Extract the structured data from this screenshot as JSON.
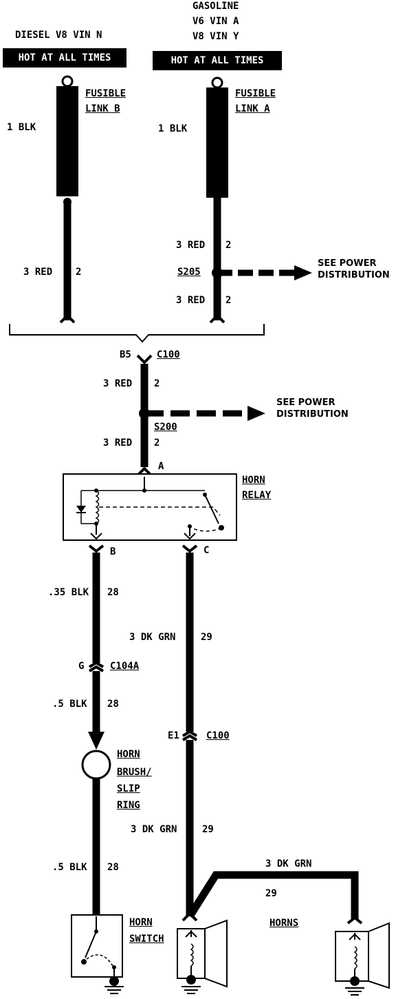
{
  "headers": {
    "diesel": "DIESEL V8 VIN N",
    "gasoline_line1": "GASOLINE",
    "gasoline_line2": "V6 VIN A",
    "gasoline_line3": "V8 VIN Y",
    "hot_left": "HOT AT ALL TIMES",
    "hot_right": "HOT AT ALL TIMES"
  },
  "fusible_links": {
    "left_line1": "FUSIBLE",
    "left_line2": "LINK B",
    "right_line1": "FUSIBLE",
    "right_line2": "LINK A",
    "left_wire": "1 BLK",
    "right_wire": "1 BLK"
  },
  "wires": {
    "left_red": "3 RED",
    "left_red_ckt": "2",
    "right_red_top": "3 RED",
    "right_red_top_ckt": "2",
    "right_red_bot": "3 RED",
    "right_red_bot_ckt": "2",
    "center_red_top": "3 RED",
    "center_red_top_ckt": "2",
    "center_red_bot": "3 RED",
    "center_red_bot_ckt": "2",
    "blk_35": ".35 BLK",
    "blk_35_ckt": "28",
    "blk_5_top": ".5 BLK",
    "blk_5_top_ckt": "28",
    "blk_5_bot": ".5 BLK",
    "blk_5_bot_ckt": "28",
    "grn_top": "3 DK GRN",
    "grn_top_ckt": "29",
    "grn_bot": "3 DK GRN",
    "grn_bot_ckt": "29",
    "grn_right": "3 DK GRN",
    "grn_right_ckt": "29"
  },
  "splices": {
    "s205": "S205",
    "s200": "S200"
  },
  "see_power": {
    "top_line1": "SEE POWER",
    "top_line2": "DISTRIBUTION",
    "mid_line1": "SEE POWER",
    "mid_line2": "DISTRIBUTION"
  },
  "connectors": {
    "b5": "B5",
    "c100_top": "C100",
    "pin_a": "A",
    "pin_b": "B",
    "pin_c": "C",
    "g": "G",
    "c104a": "C104A",
    "e1": "E1",
    "c100_bot": "C100"
  },
  "components": {
    "horn_relay_line1": "HORN",
    "horn_relay_line2": "RELAY",
    "brush_line1": "HORN",
    "brush_line2": "BRUSH/",
    "brush_line3": "SLIP",
    "brush_line4": "RING",
    "switch_line1": "HORN",
    "switch_line2": "SWITCH",
    "horns": "HORNS"
  }
}
